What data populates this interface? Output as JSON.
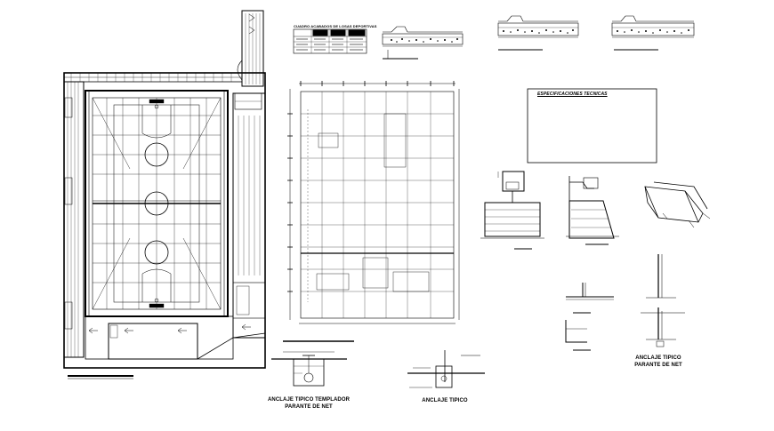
{
  "drawing": {
    "labels": {
      "anclaje_templador_line1": "ANCLAJE TIPICO TEMPLADOR",
      "anclaje_templador_line2": "PARANTE DE NET",
      "anclaje_tipico": "ANCLAJE TIPICO",
      "anclaje_parante_line1": "ANCLAJE TIPICO",
      "anclaje_parante_line2": "PARANTE DE NET"
    },
    "specs_title": "ESPECIFICACIONES TECNICAS",
    "table_title": "CUADRO ACABADOS DE LOSAS DEPORTIVAS"
  }
}
